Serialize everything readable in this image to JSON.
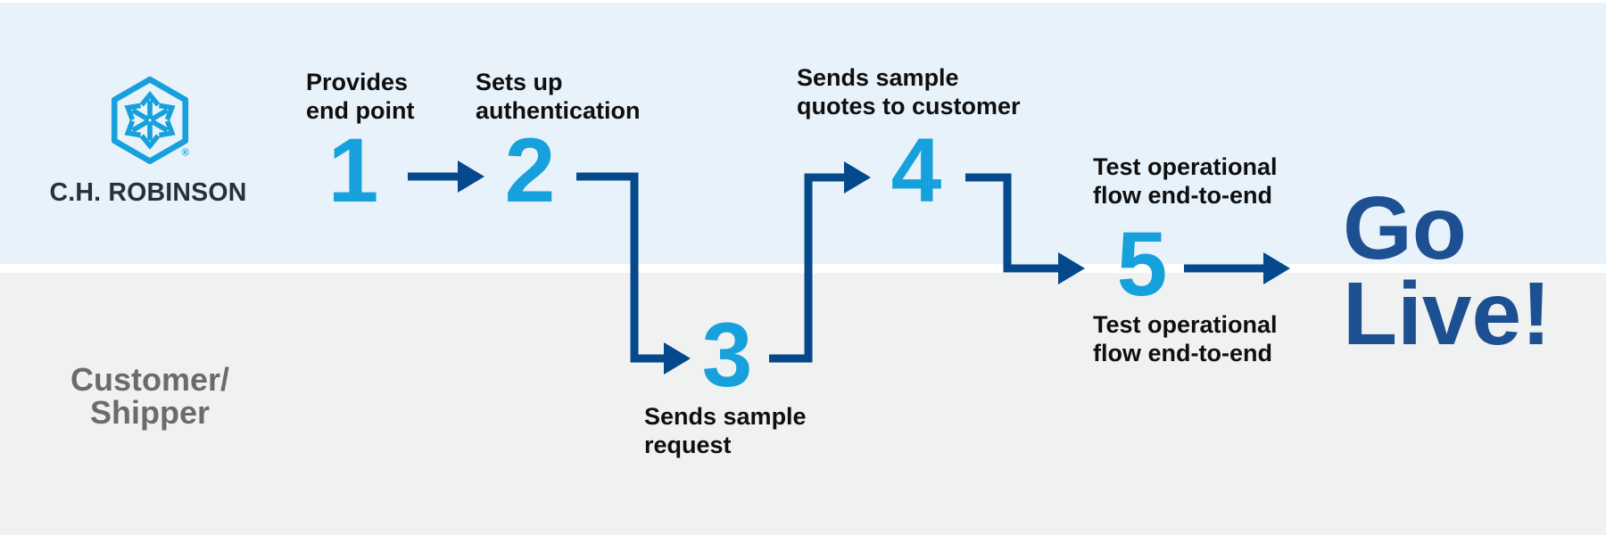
{
  "colors": {
    "lane_top_bg": "#e8f2fa",
    "lane_bottom_bg": "#f0f2f1",
    "divider": "#ffffff",
    "step_number": "#16a0dc",
    "logo_blue": "#16a0dc",
    "arrow": "#05498c",
    "go_live_text": "#1d5092",
    "label_text": "#0f0f0f",
    "brand_text": "#233240",
    "lane_label_text": "#6b6b6b"
  },
  "brand": {
    "wordmark": "C.H. ROBINSON",
    "registered_mark": "®",
    "logo_icon": "hexagon-outward-arrows"
  },
  "lanes": {
    "top_actor": "C.H. Robinson",
    "bottom": {
      "label_line1": "Customer/",
      "label_line2": "Shipper"
    }
  },
  "steps": [
    {
      "number": "1",
      "lane": "top",
      "label_line1": "Provides",
      "label_line2": "end point"
    },
    {
      "number": "2",
      "lane": "top",
      "label_line1": "Sets up",
      "label_line2": "authentication"
    },
    {
      "number": "3",
      "lane": "bottom",
      "label_line1": "Sends sample",
      "label_line2": "request"
    },
    {
      "number": "4",
      "lane": "top",
      "label_line1": "Sends sample",
      "label_line2": "quotes to customer"
    },
    {
      "number": "5",
      "lane": "middle",
      "label_above_line1": "Test operational",
      "label_above_line2": "flow end-to-end",
      "label_below_line1": "Test operational",
      "label_below_line2": "flow end-to-end"
    }
  ],
  "finish": {
    "line1": "Go",
    "line2": "Live!"
  }
}
